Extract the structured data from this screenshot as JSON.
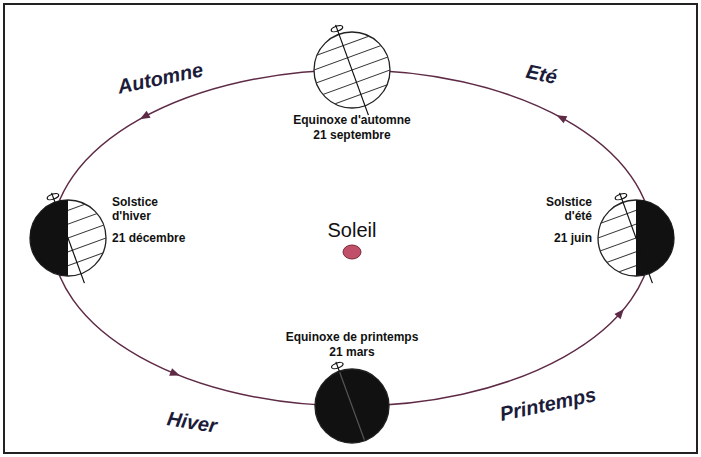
{
  "diagram": {
    "labels": [
      "Automne",
      "Eté",
      "Equinoxe d'automne",
      "21 septembre",
      "Solstice d'hiver",
      "21 décembre",
      "Soleil",
      "Solstice d'été",
      "21 juin",
      "Equinoxe de printemps",
      "21 mars",
      "Hiver",
      "Printemps"
    ]
  }
}
